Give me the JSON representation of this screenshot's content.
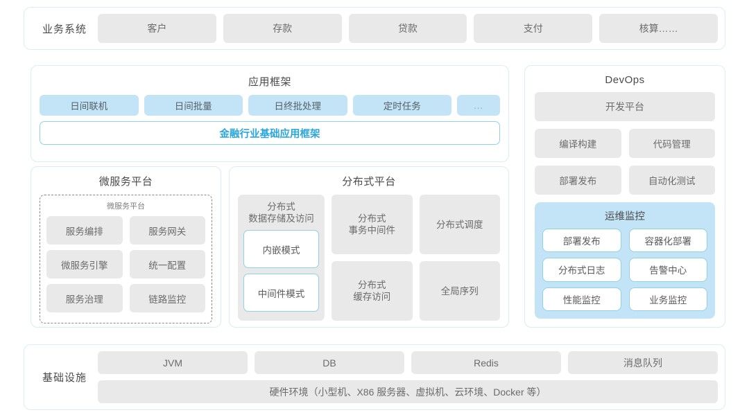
{
  "theme": {
    "panel_border": "#d8edf5",
    "gray_chip_bg": "#e9e9e9",
    "blue_chip_bg": "#c3e4f6",
    "accent_blue": "#2ba6dd",
    "chip_border_blue": "#8fd2e2",
    "text_gray": "#6b6b6b"
  },
  "business_systems": {
    "label": "业务系统",
    "items": [
      {
        "label": "客户"
      },
      {
        "label": "存款"
      },
      {
        "label": "贷款"
      },
      {
        "label": "支付"
      },
      {
        "label": "核算……"
      }
    ]
  },
  "app_framework": {
    "title": "应用框架",
    "chips": [
      {
        "label": "日间联机"
      },
      {
        "label": "日间批量"
      },
      {
        "label": "日终批处理"
      },
      {
        "label": "定时任务"
      },
      {
        "label": "..."
      }
    ],
    "base_bar": "金融行业基础应用框架"
  },
  "microservice_platform": {
    "title": "微服务平台",
    "inner_title": "微服务平台",
    "items": [
      {
        "label": "服务编排"
      },
      {
        "label": "服务网关"
      },
      {
        "label": "微服务引擎"
      },
      {
        "label": "统一配置"
      },
      {
        "label": "服务治理"
      },
      {
        "label": "链路监控"
      }
    ]
  },
  "distributed_platform": {
    "title": "分布式平台",
    "storage": {
      "title_line1": "分布式",
      "title_line2": "数据存储及访问",
      "modes": [
        {
          "label": "内嵌模式"
        },
        {
          "label": "中间件模式"
        }
      ]
    },
    "items": [
      {
        "label": "分布式\n事务中间件"
      },
      {
        "label": "分布式调度"
      },
      {
        "label": "分布式\n缓存访问"
      },
      {
        "label": "全局序列"
      }
    ]
  },
  "devops": {
    "title": "DevOps",
    "platform": "开发平台",
    "items": [
      {
        "label": "编译构建"
      },
      {
        "label": "代码管理"
      },
      {
        "label": "部署发布"
      },
      {
        "label": "自动化测试"
      }
    ],
    "ops_monitor": {
      "title": "运维监控",
      "items": [
        {
          "label": "部署发布"
        },
        {
          "label": "容器化部署"
        },
        {
          "label": "分布式日志"
        },
        {
          "label": "告警中心"
        },
        {
          "label": "性能监控"
        },
        {
          "label": "业务监控"
        }
      ]
    }
  },
  "infrastructure": {
    "label": "基础设施",
    "items": [
      {
        "label": "JVM"
      },
      {
        "label": "DB"
      },
      {
        "label": "Redis"
      },
      {
        "label": "消息队列"
      }
    ],
    "hardware": "硬件环境（小型机、X86 服务器、虚拟机、云环境、Docker 等）"
  }
}
